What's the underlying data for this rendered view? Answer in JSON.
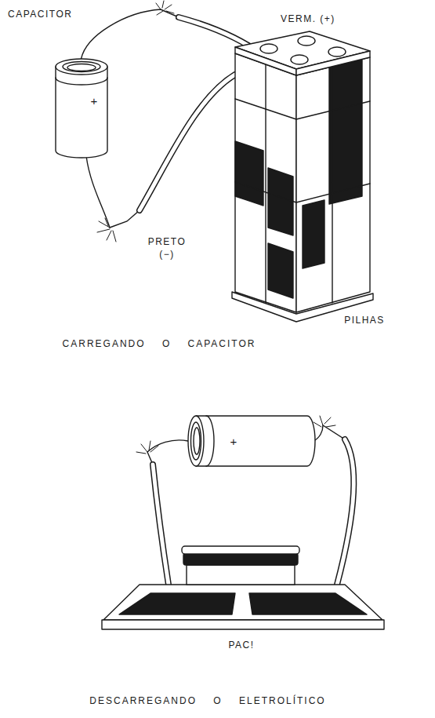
{
  "diagram": {
    "nodes": [
      {
        "text": [
          "+"
        ]
      },
      {
        "text": [
          "PILHAS"
        ]
      },
      {
        "text": [
          "+"
        ]
      },
      {
        "text": [
          "PAC!"
        ]
      }
    ],
    "edges": [
      {
        "from": 0,
        "to": 1,
        "arrow": "none",
        "label": "VERM. (+)"
      },
      {
        "from": 0,
        "to": 1,
        "arrow": "none",
        "label": "PRETO (−)"
      },
      {
        "from": 2,
        "to": 3,
        "arrow": "none"
      },
      {
        "from": 2,
        "to": 3,
        "arrow": "none"
      }
    ],
    "labels": [
      "CAPACITOR",
      "CARREGANDO O CAPACITOR",
      "DESCARREGANDO O ELETROLÍTICO"
    ]
  }
}
